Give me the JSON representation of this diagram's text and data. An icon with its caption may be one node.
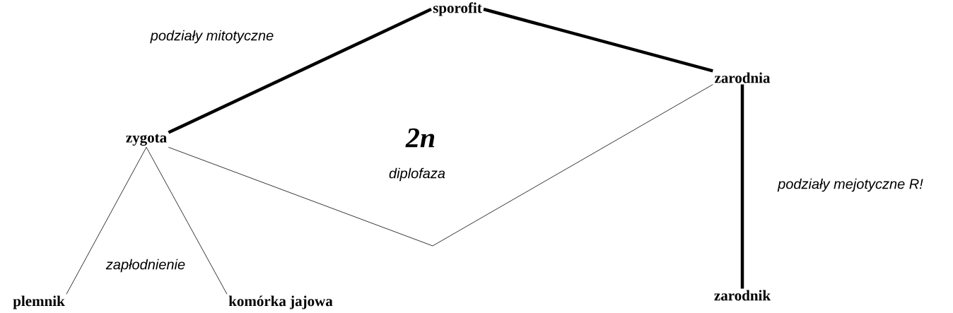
{
  "diagram": {
    "nodes": [
      {
        "text": [
          "sporofit"
        ]
      },
      {
        "text": [
          "zarodnia"
        ]
      },
      {
        "text": [
          "zarodnik"
        ]
      },
      {
        "text": [
          "zygota"
        ]
      },
      {
        "text": [
          "plemnik"
        ]
      },
      {
        "text": [
          "komórka jajowa"
        ]
      }
    ],
    "edges": [
      {
        "from": 0,
        "to": 1,
        "arrow": "none",
        "style": "thick"
      },
      {
        "from": 1,
        "to": 2,
        "arrow": "none",
        "style": "thick",
        "label": "podziały mejotyczne R!"
      },
      {
        "from": 3,
        "to": 0,
        "arrow": "none",
        "style": "thick",
        "label": "podziały mitotyczne"
      },
      {
        "from": 4,
        "to": 3,
        "arrow": "none"
      },
      {
        "from": 5,
        "to": 3,
        "arrow": "none"
      },
      {
        "from": 3,
        "to": 1,
        "arrow": "none"
      }
    ],
    "labels": [
      "2n",
      "diplofaza",
      "zapłodnienie"
    ]
  }
}
